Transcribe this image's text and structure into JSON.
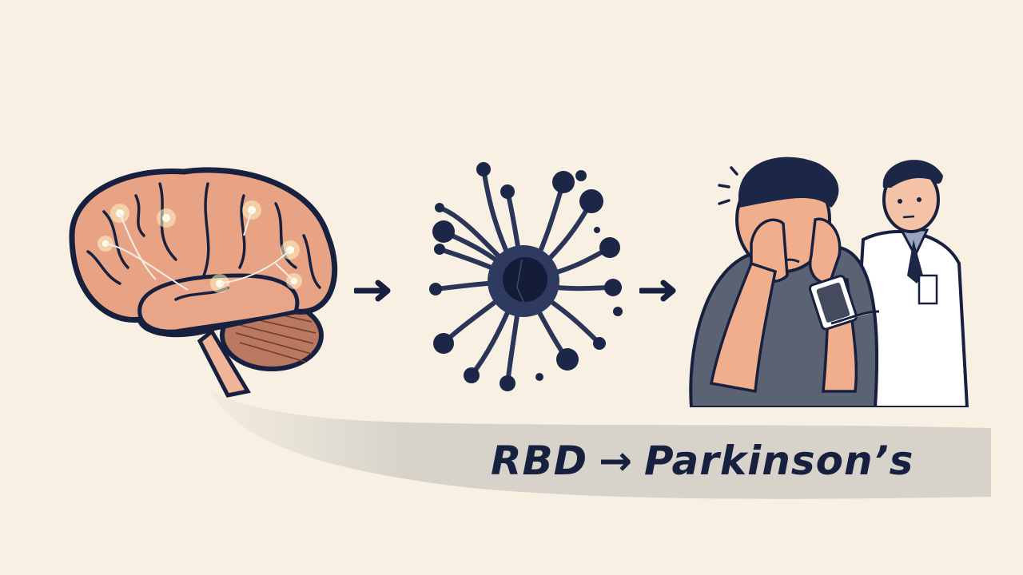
{
  "illustration": {
    "panels": [
      {
        "id": "brain",
        "description": "Cartoon brain with glowing neural points"
      },
      {
        "id": "neuron",
        "description": "Dark spiky neuron / protein aggregate"
      },
      {
        "id": "patient-doctor",
        "description": "Distressed patient covering face, doctor holding tablet"
      }
    ],
    "arrows": [
      "→",
      "→"
    ],
    "caption": {
      "from": "RBD",
      "arrow": "→",
      "to": "Parkinson’s"
    },
    "colors": {
      "background": "#f8f1e3",
      "ink": "#17213f",
      "brain": "#e8a384",
      "band": "#cfcbc3",
      "shirt": "#5b6274",
      "coat": "#ffffff"
    }
  }
}
